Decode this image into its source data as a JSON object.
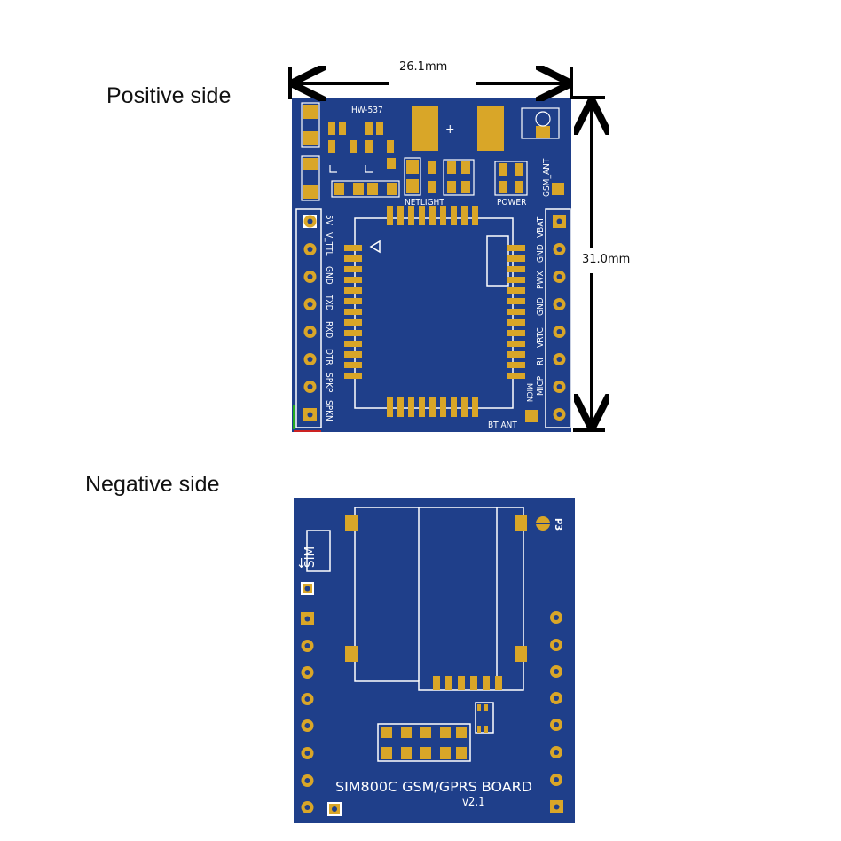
{
  "labels": {
    "positive": "Positive side",
    "negative": "Negative side",
    "width_dim": "26.1mm",
    "height_dim": "31.0mm"
  },
  "front": {
    "model": "HW-537",
    "netlight": "NETLIGHT",
    "power": "POWER",
    "gsm_ant": "GSM_ANT",
    "bt_ant": "BT ANT",
    "micn": "MICN",
    "left_pins": [
      "5V",
      "V_TTL",
      "GND",
      "TXD",
      "RXD",
      "DTR",
      "SPKP",
      "SPKN"
    ],
    "right_pins": [
      "VBAT",
      "GND",
      "PWX",
      "GND",
      "VRTC",
      "RI",
      "MICP"
    ]
  },
  "back": {
    "sim": "SIM",
    "p3": "P3",
    "board_name": "SIM800C GSM/GPRS BOARD",
    "version": "v2.1"
  },
  "colors": {
    "board": "#1f3f8a",
    "pad": "#d9a628",
    "silkscreen": "#ffffff"
  }
}
